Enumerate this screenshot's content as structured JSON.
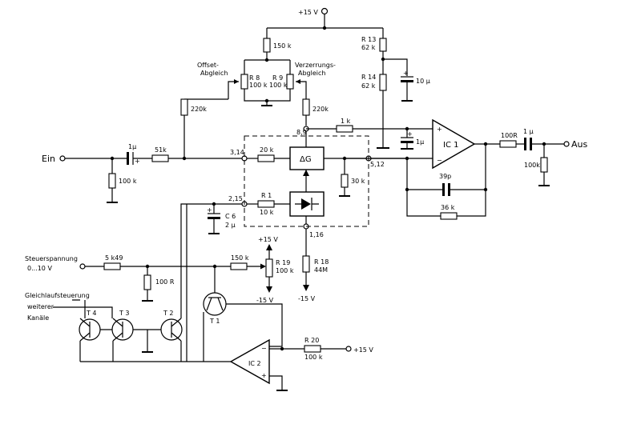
{
  "supply": {
    "top": "+15 V"
  },
  "labels": {
    "input": "Ein",
    "output": "Aus",
    "control": "Steuerspannung",
    "control_range": "0...10 V",
    "tracking": "Gleichlaufsteuerung",
    "more_channels_1": "weiterer",
    "more_channels_2": "Kanäle",
    "offset_1": "Offset-",
    "offset_2": "Abgleich",
    "distortion_1": "Verzerrungs-",
    "distortion_2": "Abgleich"
  },
  "nodes": {
    "n1": "8,9",
    "n2": "3,14",
    "n3": "5,12",
    "n4": "2,15",
    "n5": "1,16"
  },
  "components": {
    "r_150k_top": "150 k",
    "r13_name": "R 13",
    "r13_val": "62 k",
    "r14_name": "R 14",
    "r14_val": "62 k",
    "c_10u": "10 µ",
    "r8_name": "R 8",
    "r8_val": "100 k",
    "r9_name": "R 9",
    "r9_val": "100 k",
    "r_220k_left": "220k",
    "r_220k_right": "220k",
    "r_1k": "1 k",
    "c_1u_mid": "1µ",
    "ic1": "IC 1",
    "r_100R_out": "100R",
    "c_1u_out": "1 µ",
    "r_100k_out": "100k",
    "c_1u_in": "1µ",
    "r_51k": "51k",
    "r_100k_in": "100 k",
    "r_20k": "20 k",
    "dg": "ΔG",
    "r_30k": "30 k",
    "c_39p": "39p",
    "r_36k": "36 k",
    "r1_name": "R 1",
    "r1_val": "10 k",
    "c6_name": "C 6",
    "c6_val": "2 µ",
    "r_5k49": "5 k49",
    "r_100R_ctrl": "100 R",
    "r_150k_ctrl": "150 k",
    "r19_name": "R 19",
    "r19_val": "100 k",
    "r18_name": "R 18",
    "r18_val": "44M",
    "p15_a": "+15 V",
    "m15_a": "-15 V",
    "m15_b": "-15 V",
    "t4": "T 4",
    "t3": "T 3",
    "t2": "T 2",
    "t1": "T 1",
    "ic2": "IC 2",
    "r20_name": "R 20",
    "r20_val": "100 k",
    "p15_b": "+15 V",
    "opamp_plus": "+",
    "opamp_minus": "−"
  }
}
